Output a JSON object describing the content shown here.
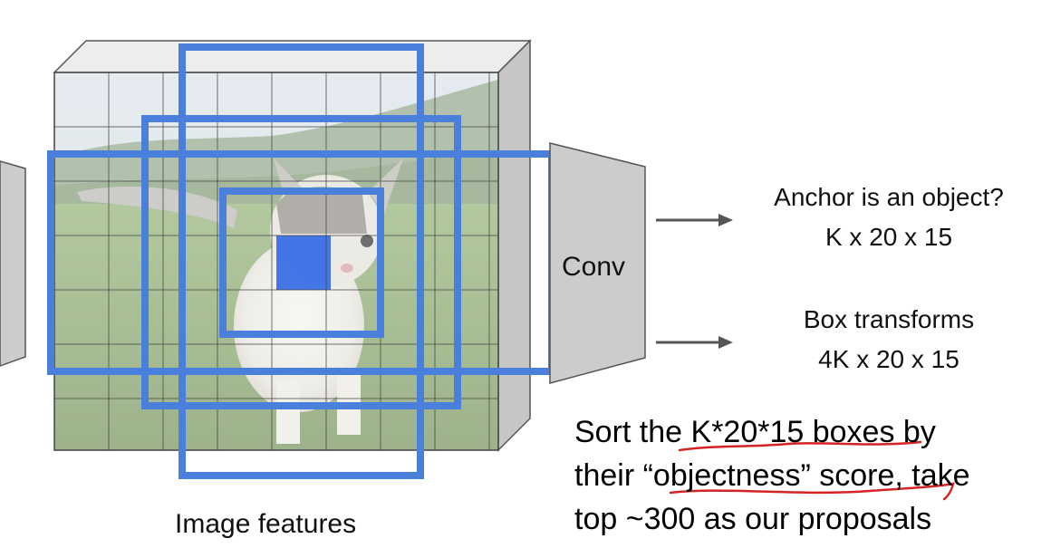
{
  "diagram": {
    "conv_label": "Conv",
    "outputs": [
      {
        "title": "Anchor is an object?",
        "dims": "K x 20 x 15"
      },
      {
        "title": "Box transforms",
        "dims": "4K x 20 x 15"
      }
    ],
    "features_label": "Image features",
    "note": {
      "line1": "Sort the K*20*15 boxes by",
      "line2": "their “objectness” score, take",
      "line3": "top ~300 as our proposals"
    }
  },
  "colors": {
    "anchor_box": "#4a7fdc",
    "highlight_cell": "#3a6fe6",
    "volume_gray": "#cccccc",
    "grid_line": "#444444",
    "annotation_red": "#d42424",
    "arrow": "#555555"
  },
  "icons": [
    "right-arrow-icon",
    "right-arrow-icon"
  ]
}
